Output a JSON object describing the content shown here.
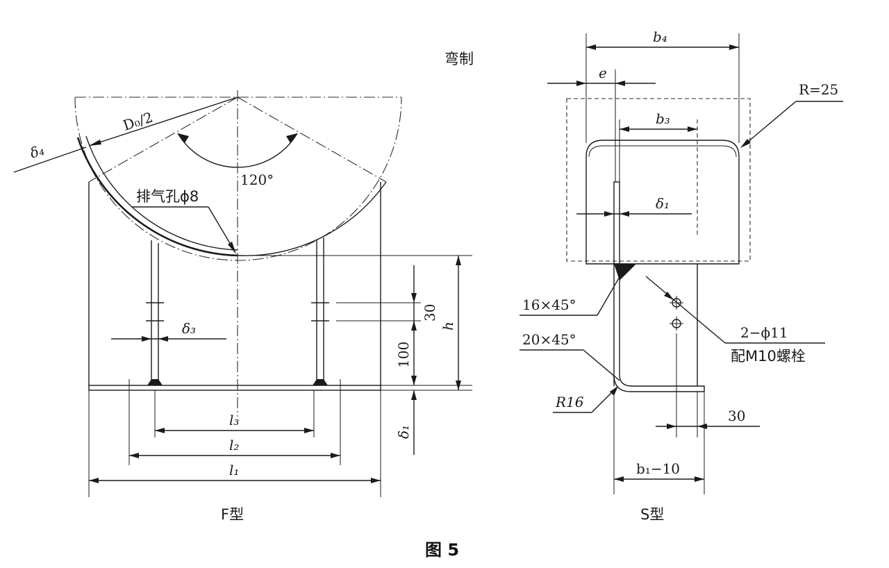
{
  "figure": {
    "caption": "图 5"
  },
  "f_type": {
    "title": "F型",
    "bend_note": "弯制",
    "radius_label": "D₀/2",
    "thickness_label": "δ₄",
    "angle_label": "120°",
    "vent_hole_label": "排气孔ϕ8",
    "rib_thickness_label": "δ₃",
    "dim_30": "30",
    "dim_100": "100",
    "dim_h": "h",
    "dim_delta1": "δ₁",
    "dim_l3": "l₃",
    "dim_l2": "l₂",
    "dim_l1": "l₁"
  },
  "s_type": {
    "title": "S型",
    "dim_b4": "b₄",
    "dim_e": "e",
    "radius_label": "R=25",
    "dim_b3": "b₃",
    "dim_delta1": "δ₁",
    "chamfer_top": "16×45°",
    "chamfer_bottom": "20×45°",
    "bend_radius": "R16",
    "holes_label": "2−ϕ11",
    "bolt_label": "配M10螺栓",
    "dim_30": "30",
    "dim_b1": "b₁−10"
  }
}
